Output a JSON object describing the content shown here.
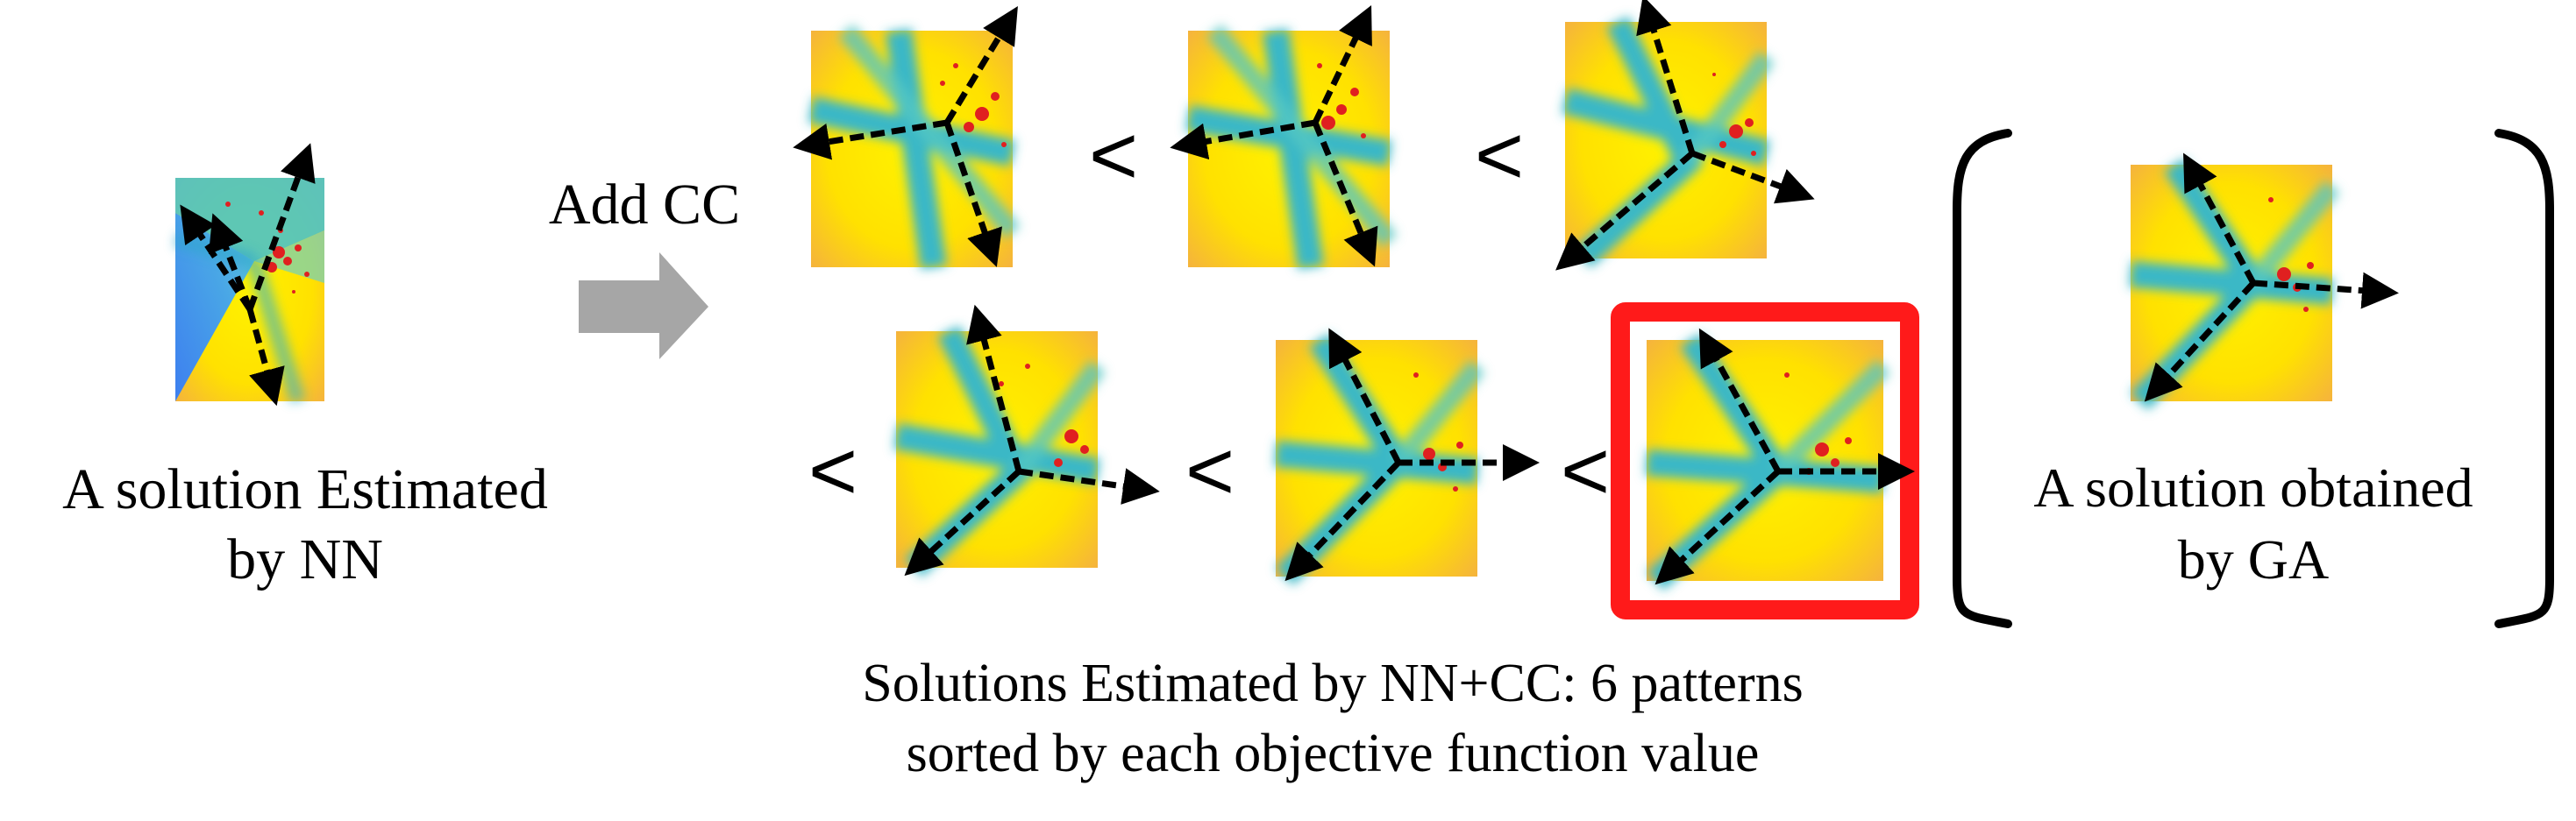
{
  "left": {
    "caption_line1": "A solution Estimated",
    "caption_line2": "by NN"
  },
  "arrow_label": "Add CC",
  "comparison_symbol": "<",
  "bottom_caption": {
    "line1": "Solutions Estimated by NN+CC: 6 patterns",
    "line2": "sorted by each objective function value"
  },
  "right": {
    "caption_line1": "A solution obtained",
    "caption_line2": "by GA"
  },
  "highlight_color": "#ff1a1a"
}
